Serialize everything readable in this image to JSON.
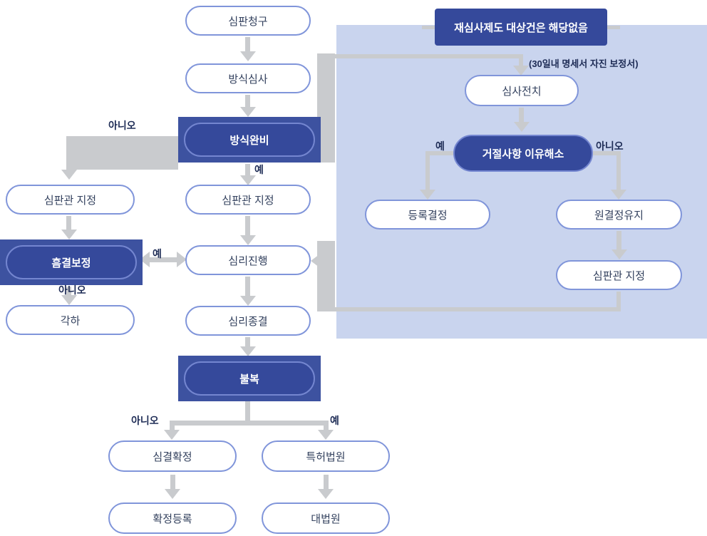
{
  "diagram": {
    "nodes": {
      "trial_request": "심판청구",
      "formality_exam": "방식심사",
      "formality_ok": "방식완비",
      "judge_left": "심판관 지정",
      "judge_center": "심판관 지정",
      "defect_fix": "흠결보정",
      "dismiss": "각하",
      "hearing": "심리진행",
      "hearing_end": "심리종결",
      "appeal": "불복",
      "decision_final": "심결확정",
      "register_final": "확정등록",
      "patent_court": "특허법원",
      "supreme_court": "대법원"
    },
    "panel": {
      "title": "재심사제도 대상건은 해당없음",
      "note": "(30일내 명세서 자진 보정서)",
      "pre_exam": "심사전치",
      "rejection_resolved": "거절사항 이유해소",
      "register_decision": "등록결정",
      "original_kept": "원결정유지",
      "judge_right": "심판관 지정"
    },
    "labels": {
      "yes": "예",
      "no": "아니오"
    },
    "colors": {
      "panel_bg": "#c9d4ee",
      "node_dark": "#35499b",
      "node_box": "#3d52a0",
      "pill_border": "#8095da",
      "arrow": "#c9cbce"
    }
  }
}
